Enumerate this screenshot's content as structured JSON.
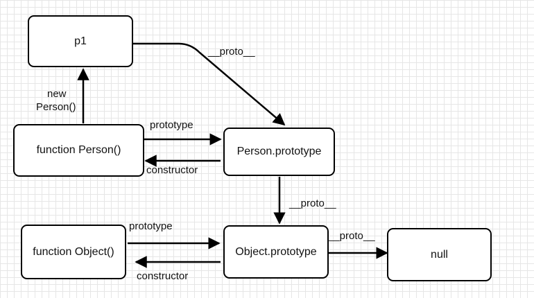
{
  "nodes": {
    "p1": "p1",
    "person_fn": "function Person()",
    "person_proto": "Person.prototype",
    "object_fn": "function Object()",
    "object_proto": "Object.prototype",
    "null_node": "null"
  },
  "labels": {
    "new_line1": "new",
    "new_line2": "Person()",
    "proto_p1": "__proto__",
    "prototype_person": "prototype",
    "constructor_person": "constructor",
    "proto_person": "__proto__",
    "prototype_object": "prototype",
    "constructor_object": "constructor",
    "proto_object": "__proto__"
  },
  "colors": {
    "stroke": "#000000",
    "grid": "#e6e6e6"
  }
}
